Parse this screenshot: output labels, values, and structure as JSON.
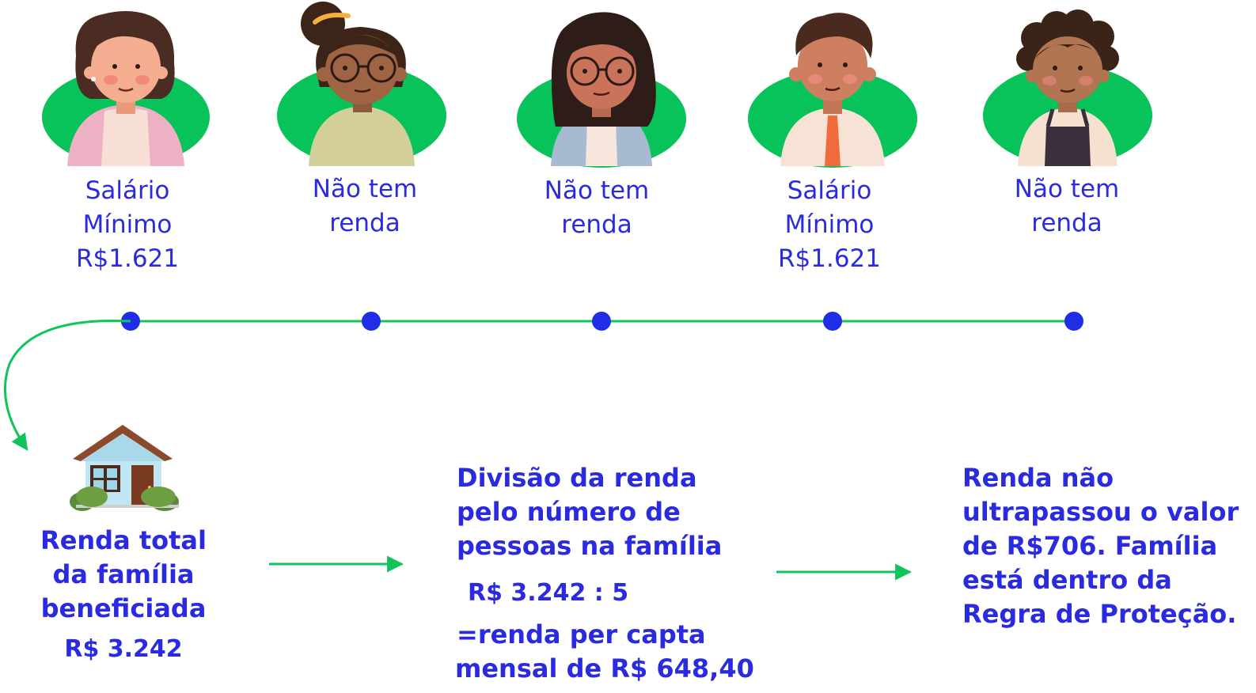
{
  "members": [
    {
      "lines": [
        "Salário",
        "Mínimo",
        "R$1.621"
      ]
    },
    {
      "lines": [
        "Não tem",
        "renda"
      ]
    },
    {
      "lines": [
        "Não tem",
        "renda"
      ]
    },
    {
      "lines": [
        "Salário",
        "Mínimo",
        "R$1.621"
      ]
    },
    {
      "lines": [
        "Não tem",
        "renda"
      ]
    }
  ],
  "total": {
    "lines": [
      "Renda total",
      "da família",
      "beneficiada"
    ],
    "value": "R$ 3.242"
  },
  "division": {
    "lines": [
      "Divisão da renda",
      "pelo número de",
      "pessoas na família"
    ],
    "formula": "R$ 3.242 : 5",
    "result_line1": "=renda per capta",
    "result_prefix": "mensal de ",
    "result_value": "R$ 648,40"
  },
  "conclusion": {
    "line1": "Renda não",
    "line2": "ultrapassou o valor",
    "line3_prefix": "de ",
    "line3_value": "R$706",
    "line3_suffix": ". Família",
    "line4": "está dentro da",
    "line5": "Regra de Proteção."
  },
  "colors": {
    "text": "#2a2ae0",
    "green": "#0fc45a",
    "dot": "#1f2ee6"
  }
}
